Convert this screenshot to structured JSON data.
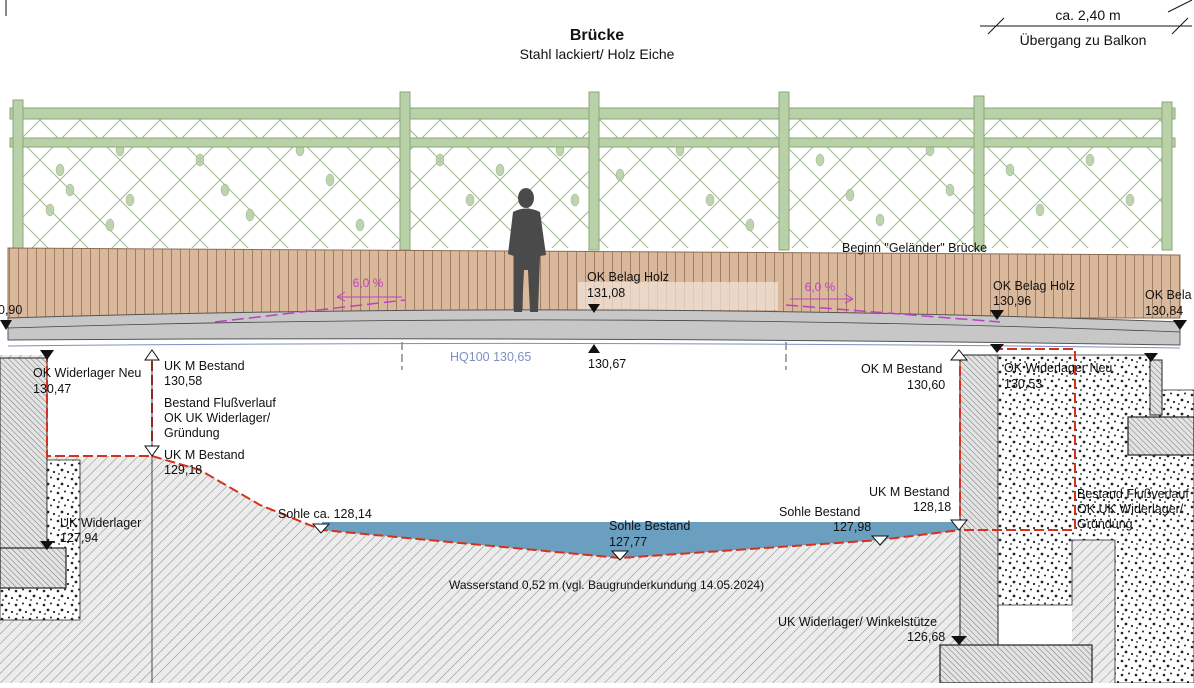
{
  "header": {
    "title": "Brücke",
    "subtitle": "Stahl lackiert/ Holz Eiche",
    "dimension": "ca. 2,40 m",
    "dimension_note": "Übergang zu Balkon"
  },
  "slopes": {
    "left": "6,0 %",
    "right": "6,0 %"
  },
  "hq": "HQ100 130,65",
  "labels": {
    "left_edge_value": "0,90",
    "ok_belag_holz_label": "OK Belag Holz",
    "ok_belag_holz_value": "131,08",
    "deck_underside": "130,67",
    "beginn_gelaender": "Beginn \"Geländer\" Brücke",
    "ok_belag_holz_right_label": "OK Belag Holz",
    "ok_belag_holz_right_value": "130,96",
    "ok_belag_far_label": "OK Bela",
    "ok_belag_far_value": "130,84",
    "ok_widerlager_neu_left_label": "OK Widerlager Neu",
    "ok_widerlager_neu_left_value": "130,47",
    "ukm_bestand_1_label": "UK M Bestand",
    "ukm_bestand_1_value": "130,58",
    "bestand_flussverlauf_left_1": "Bestand Flußverlauf",
    "bestand_flussverlauf_left_2": "OK UK Widerlager/",
    "bestand_flussverlauf_left_3": "Gründung",
    "ukm_bestand_2_label": "UK M Bestand",
    "ukm_bestand_2_value": "129,18",
    "uk_widerlager_left_label": "UK Widerlager",
    "uk_widerlager_left_value": "127,94",
    "sohle_left_label": "Sohle ca. 128,14",
    "sohle_mid_label": "Sohle Bestand",
    "sohle_mid_value": "127,77",
    "sohle_right_label": "Sohle Bestand",
    "sohle_right_value": "127,98",
    "wasserstand": "Wasserstand 0,52 m (vgl. Baugrunderkundung 14.05.2024)",
    "okm_bestand_right_label": "OK M Bestand",
    "okm_bestand_right_value": "130,60",
    "ok_widerlager_neu_right_label": "OK Widerlager Neu",
    "ok_widerlager_neu_right_value": "130,53",
    "ukm_bestand_right_label": "UK M Bestand",
    "ukm_bestand_right_value": "128,18",
    "bestand_flussverlauf_right_1": "Bestand Flußverlauf",
    "bestand_flussverlauf_right_2": "OK UK Widerlager/",
    "bestand_flussverlauf_right_3": "Gründung",
    "uk_widerlager_winkel_label": "UK Widerlager/ Winkelstütze",
    "uk_widerlager_winkel_value": "126,68"
  },
  "colors": {
    "rail": "#b9d1a8",
    "rail_stroke": "#8aa879",
    "wood": "#dab89b",
    "wood_line": "#a27f63",
    "deck": "#c7c7c7",
    "water": "#6a9fbf",
    "red_dash": "#d4321c",
    "magenta": "#c03ec6",
    "hq": "#7d90c0"
  }
}
